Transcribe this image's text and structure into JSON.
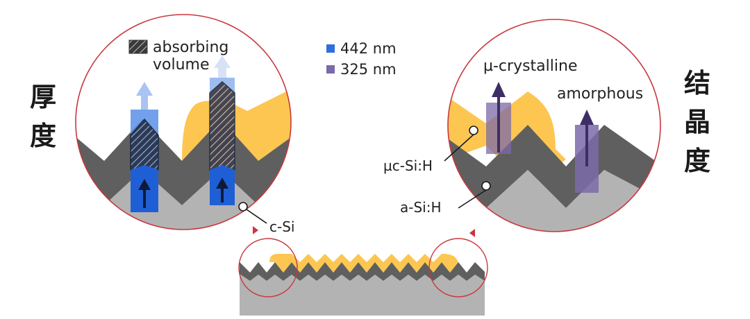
{
  "colors": {
    "amorphous_gray": "#5f5f5f",
    "csi_gray": "#b3b3b3",
    "uc_si_yellow": "#fcc651",
    "blue_442": "#2f6fdc",
    "purple_325": "#7b6aa8",
    "circle_outline": "#c8373d",
    "background": "#ffffff"
  },
  "left_title_chars": [
    "厚",
    "度"
  ],
  "right_title_chars": [
    "结",
    "晶",
    "度"
  ],
  "legend": {
    "absorbing_volume_line1": "absorbing",
    "absorbing_volume_line2": "volume",
    "nm442": "442 nm",
    "nm325": "325 nm"
  },
  "labels": {
    "c_si": "c-Si",
    "uc_si_h": "µc-Si:H",
    "a_si_h": "a-Si:H",
    "u_crystalline": "µ-crystalline",
    "amorphous": "amorphous"
  }
}
